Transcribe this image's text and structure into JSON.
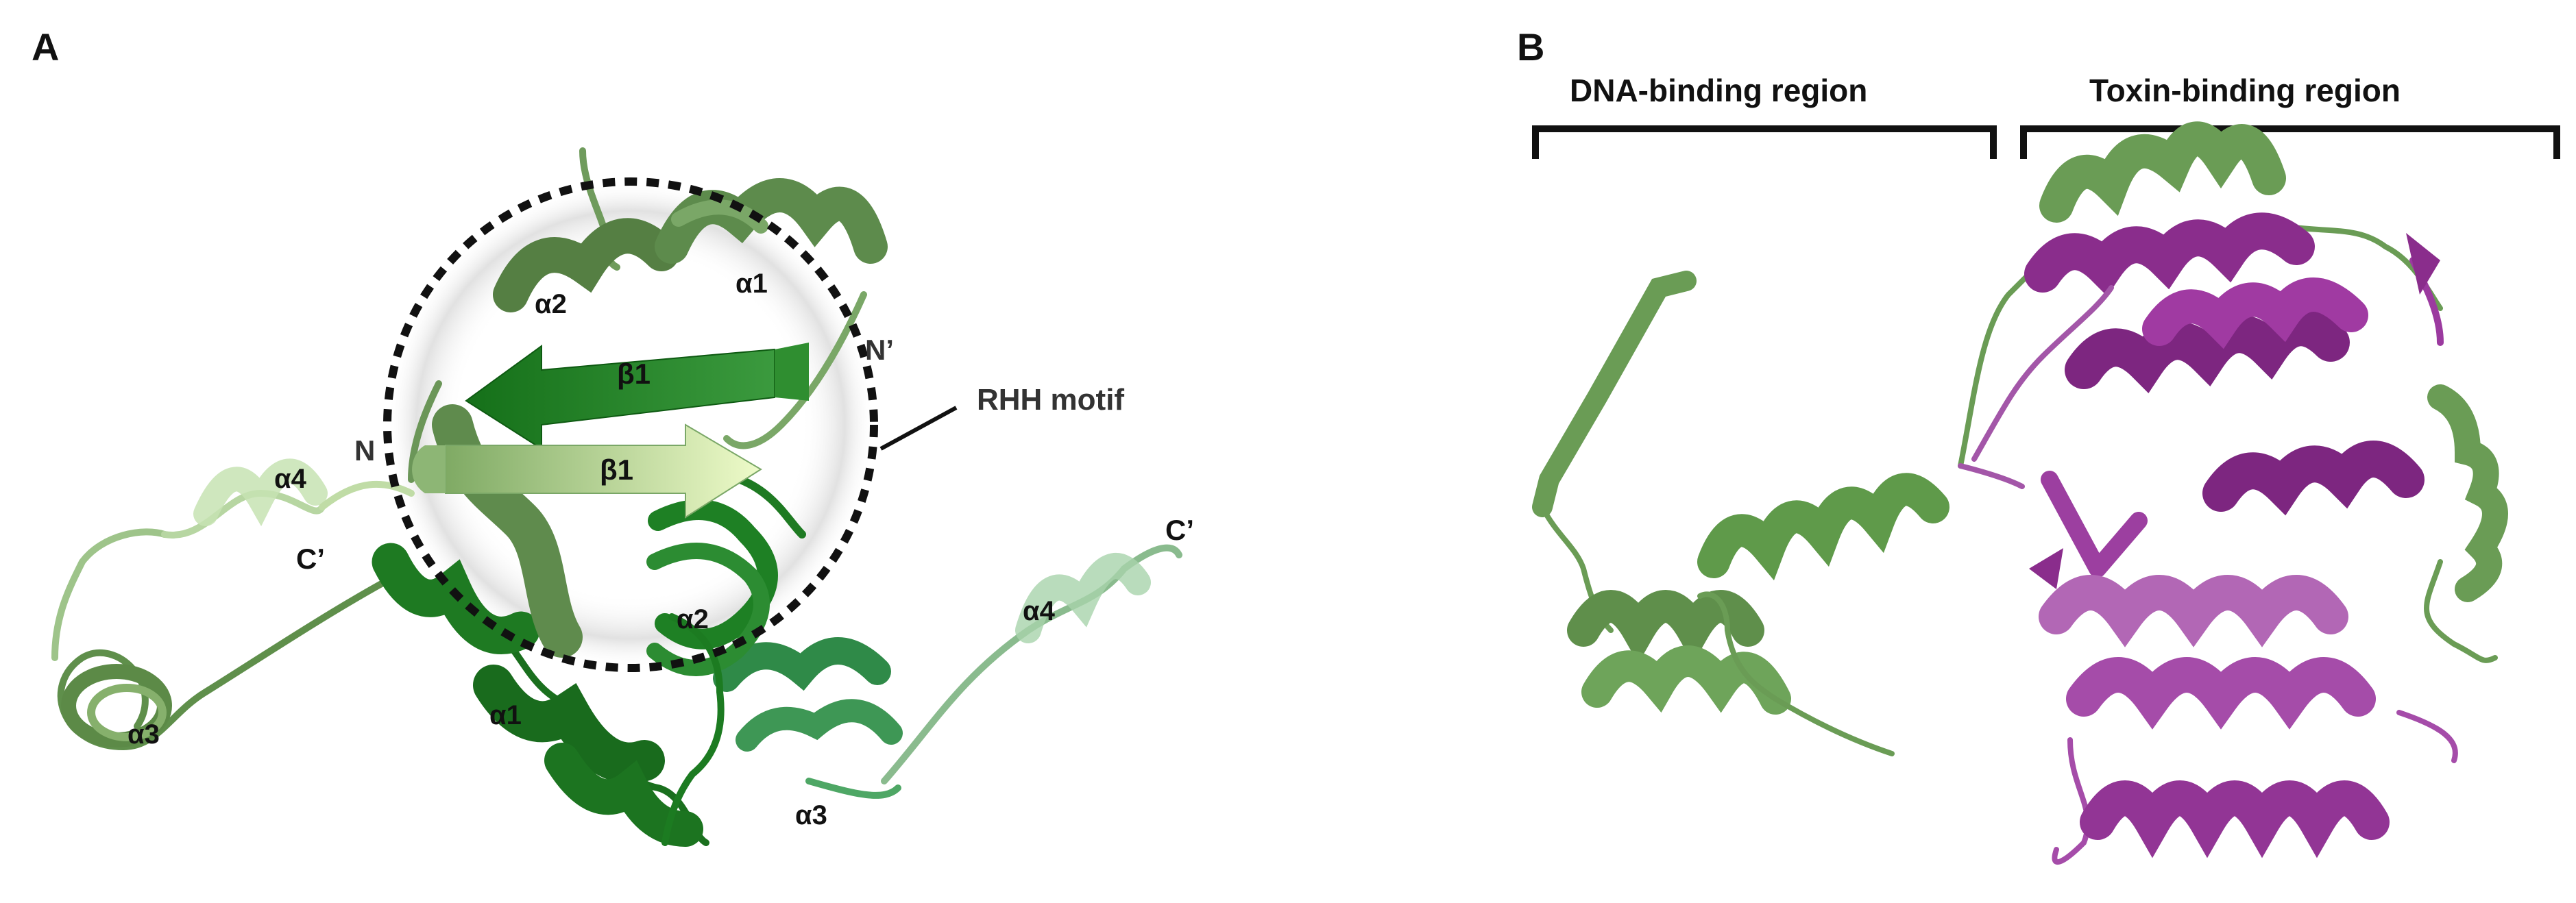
{
  "panels": {
    "a": {
      "letter": "A",
      "motif_label": "RHH motif",
      "labels": {
        "a1_top": "α1",
        "a2_top": "α2",
        "b1_top": "β1",
        "b1_bottom": "β1",
        "n_term": "N",
        "n_prime": "N’",
        "a4_left": "α4",
        "c_prime_left": "C’",
        "a3_left": "α3",
        "a1_bottom": "α1",
        "a2_bottom": "α2",
        "a3_right": "α3",
        "a4_right": "α4",
        "c_prime_right": "C’"
      }
    },
    "b": {
      "letter": "B",
      "dna_region": "DNA-binding region",
      "toxin_region": "Toxin-binding region"
    }
  },
  "colors": {
    "chain_dark_green": "#1e7a22",
    "chain_light_green": "#6d9e58",
    "pale_green": "#d8efb0",
    "toxin_purple": "#8a2d8c",
    "outline_black": "#111111"
  }
}
